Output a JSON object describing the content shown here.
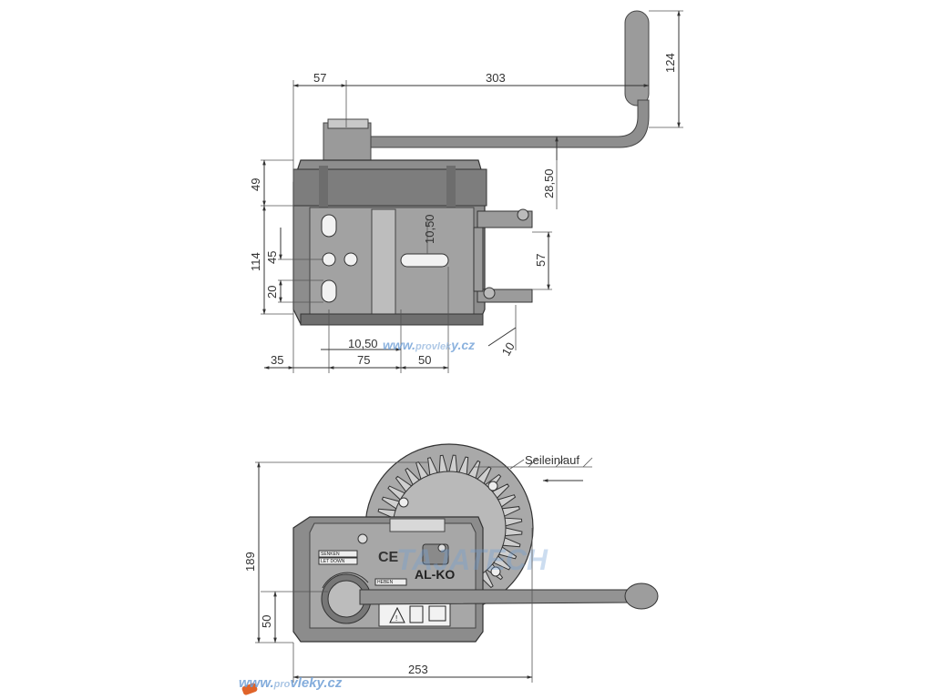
{
  "top_view": {
    "dimensions": {
      "handle_height": "124",
      "offset_57_top": "57",
      "handle_reach": "303",
      "crank_drop": "28,50",
      "body_49": "49",
      "height_114": "114",
      "hole_45": "45",
      "hole_20": "20",
      "slot_10_50_v": "10,50",
      "bracket_57": "57",
      "slot_10_50_h": "10,50",
      "small_10": "10",
      "base_35": "35",
      "base_75": "75",
      "base_50": "50"
    },
    "watermark": {
      "prefix": "www.",
      "brand": "provlek",
      "suffix": "y.cz"
    }
  },
  "side_view": {
    "dimensions": {
      "height_189": "189",
      "height_50": "50",
      "width_253": "253"
    },
    "cable_label": "Seileinlauf",
    "ce_mark": "CE",
    "logo": "AL-KO",
    "overlay_brand": "TAJATECH",
    "plate_labels": [
      "SENKEN",
      "LET DOWN",
      "HEBEN"
    ]
  },
  "footer_watermark": {
    "prefix": "www.",
    "brand": "pro",
    "suffix": "vleky.cz"
  },
  "colors": {
    "body_gray": "#8a8a8a",
    "light_gray": "#b4b4b4",
    "dark_gray": "#5a5a5a",
    "watermark_blue": "#6f9fd6"
  }
}
